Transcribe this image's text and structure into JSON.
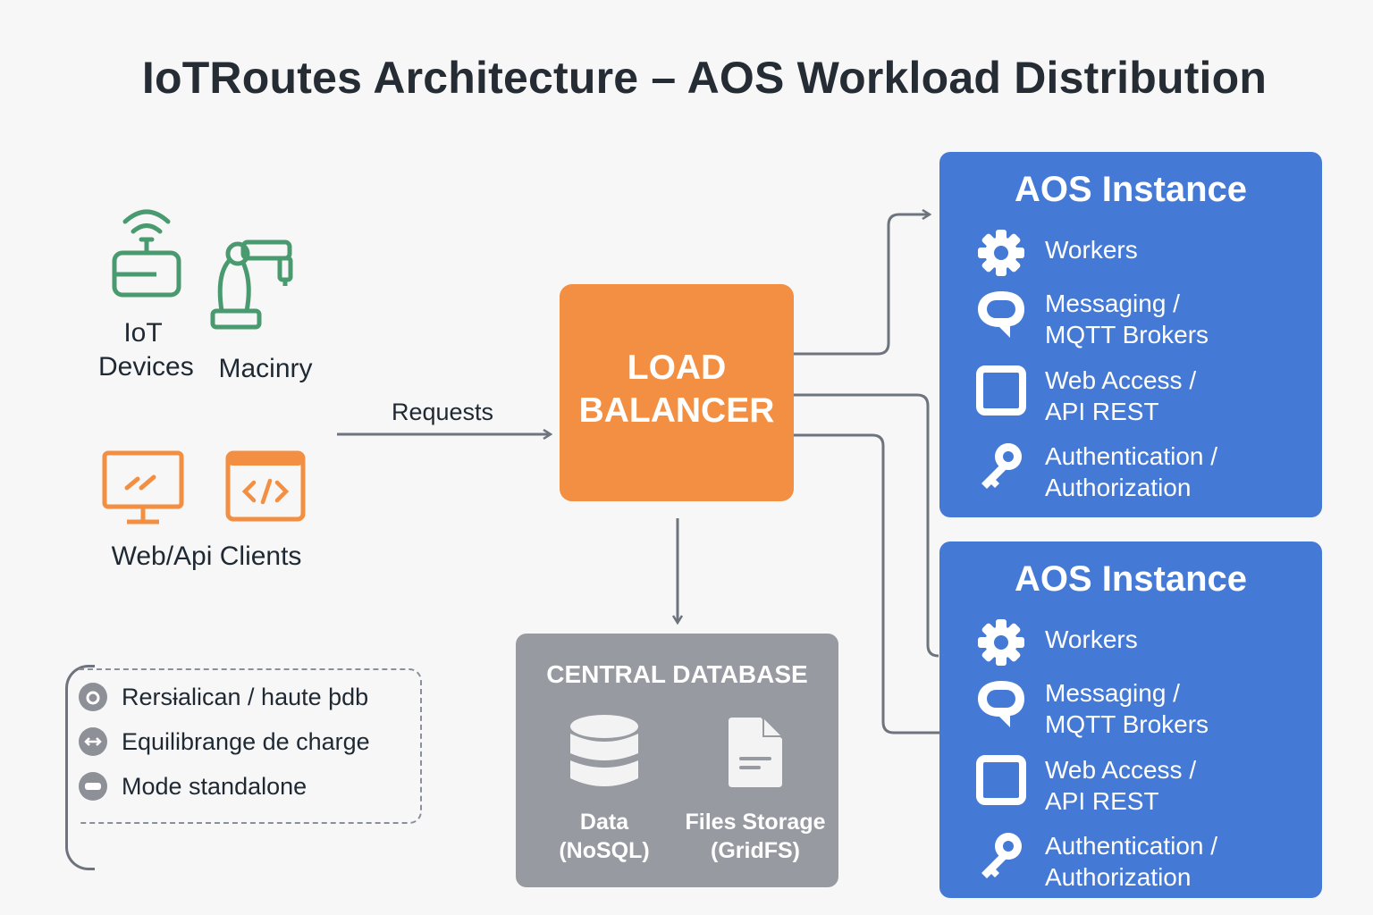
{
  "title": "IoTRoutes Architecture – AOS Workload Distribution",
  "colors": {
    "background": "#f7f7f7",
    "device_green": "#4a9a70",
    "client_orange": "#f28f42",
    "load_balancer": "#f28f42",
    "aos_blue": "#4479d6",
    "database_gray": "#979aa0",
    "connector_gray": "#6d747d"
  },
  "sources": {
    "iot_devices": {
      "label_line1": "IoT",
      "label_line2": "Devices",
      "icon": "router-antenna-icon"
    },
    "machinery": {
      "label": "Macinry",
      "icon": "robot-arm-icon"
    },
    "web_clients": {
      "label": "Web/Api Clients",
      "icons": [
        "monitor-icon",
        "code-window-icon"
      ]
    }
  },
  "requests_label": "Requests",
  "load_balancer": {
    "line1": "LOAD",
    "line2": "BALANCER"
  },
  "database": {
    "title": "CENTRAL DATABASE",
    "items": [
      {
        "icon": "database-icon",
        "line1": "Data",
        "line2": "(NoSQL)"
      },
      {
        "icon": "file-icon",
        "line1": "Files Storage",
        "line2": "(GridFS)"
      }
    ]
  },
  "aos_instances": [
    {
      "title": "AOS Instance",
      "items": [
        {
          "icon": "gear-icon",
          "line1": "Workers",
          "line2": ""
        },
        {
          "icon": "chat-bubble-icon",
          "line1": "Messaging /",
          "line2": "MQTT Brokers"
        },
        {
          "icon": "square-icon",
          "line1": "Web Access /",
          "line2": "API REST"
        },
        {
          "icon": "key-icon",
          "line1": "Authentication /",
          "line2": "Authorization"
        }
      ]
    },
    {
      "title": "AOS Instance",
      "items": [
        {
          "icon": "gear-icon",
          "line1": "Workers",
          "line2": ""
        },
        {
          "icon": "chat-bubble-icon",
          "line1": "Messaging /",
          "line2": "MQTT Brokers"
        },
        {
          "icon": "square-icon",
          "line1": "Web Access /",
          "line2": "API REST"
        },
        {
          "icon": "key-icon",
          "line1": "Authentication /",
          "line2": "Authorization"
        }
      ]
    }
  ],
  "legend": {
    "items": [
      {
        "icon": "replication-icon",
        "label": "Rersɨalican / haute þdb"
      },
      {
        "icon": "load-balancing-icon",
        "label": "Equilibrange de charge"
      },
      {
        "icon": "standalone-icon",
        "label": "Mode standalone"
      }
    ]
  }
}
